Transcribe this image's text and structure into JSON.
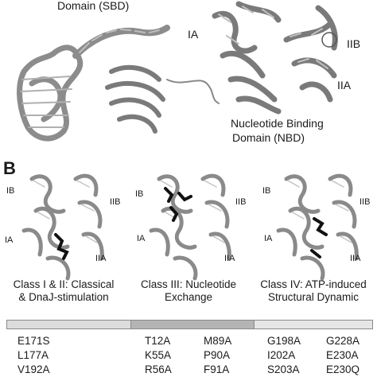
{
  "panel_a": {
    "sbd_label": "Domain (SBD)",
    "nbd_label_line1": "Nucleotide Binding",
    "nbd_label_line2": "Domain (NBD)",
    "subdomains": {
      "ia": "IA",
      "iia": "IIA",
      "iib": "IIB"
    }
  },
  "panel_b": {
    "letter": "B",
    "structures": [
      {
        "ib": "IB",
        "ia": "IA",
        "iia": "IIA",
        "iib": "IIB"
      },
      {
        "ib": "IB",
        "ia": "IA",
        "iia": "IIA",
        "iib": "IIB"
      },
      {
        "ib": "IB",
        "ia": "IA",
        "iia": "IIA",
        "iib": "IIB"
      }
    ],
    "classes": [
      {
        "line1": "Class I & II: Classical",
        "line2": "& DnaJ-stimulation"
      },
      {
        "line1": "Class III: Nucleotide",
        "line2": "Exchange"
      },
      {
        "line1": "Class IV: ATP-induced",
        "line2": "Structural Dynamic"
      }
    ],
    "bar_colors": [
      "#dcdcdc",
      "#b4b4b4",
      "#e6e6e6"
    ],
    "mutations": {
      "class_1": [
        "E171S",
        "L177A",
        "V192A"
      ],
      "class_3_col1": [
        "T12A",
        "K55A",
        "R56A"
      ],
      "class_3_col2": [
        "M89A",
        "P90A",
        "F91A"
      ],
      "class_4_col1": [
        "G198A",
        "I202A",
        "S203A"
      ],
      "class_4_col2": [
        "G228A",
        "E230A",
        "E230Q"
      ]
    }
  }
}
